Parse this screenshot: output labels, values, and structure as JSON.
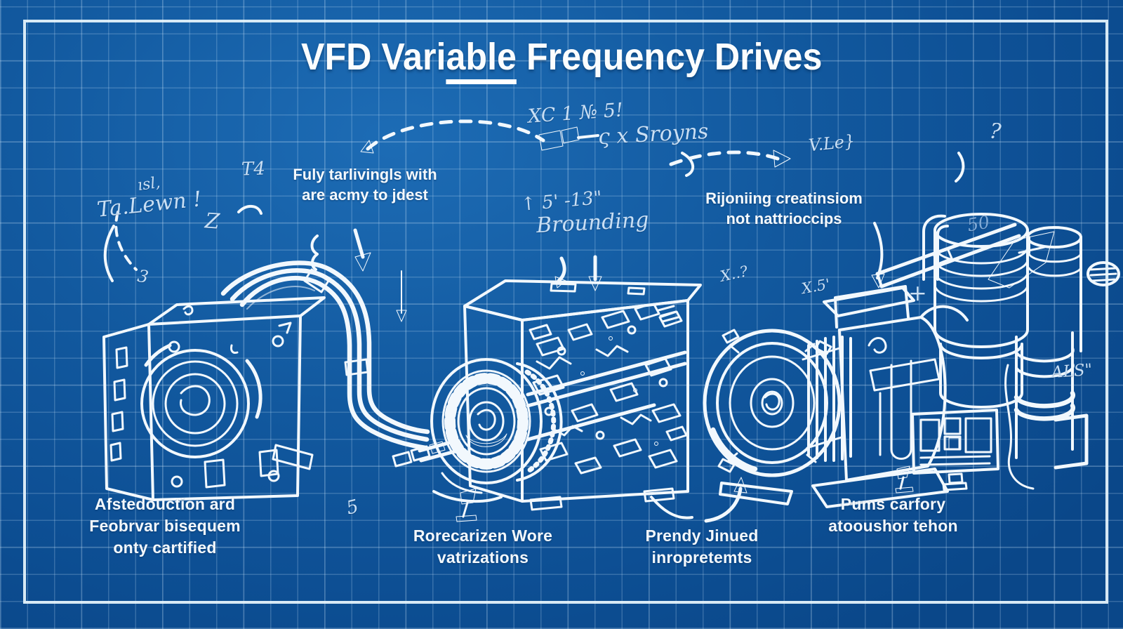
{
  "title": {
    "prefix": "VFD Vari",
    "underlined": "able",
    "suffix": " Frequency Drives"
  },
  "notes": {
    "fuly_line1": "Fuly tarlivingls with",
    "fuly_line2": "are acmy to jdest",
    "rijoniing_line1": "Rijoniing creatinsiom",
    "rijoniing_line2": "not nattrioccips"
  },
  "handwritten": {
    "t4": "T4",
    "sl": "ısl,",
    "ta_lewn": "Ta.Lewn !",
    "z": "Z",
    "three": "3",
    "xc_no": "XC 1 № 5!",
    "sroyns": "ς x Sroyns",
    "dim": "↑ 5' -13\"",
    "brounding": "Brounding",
    "vle": "V.Le}",
    "question": "?",
    "x_q": "X..?",
    "x5": "X.5'",
    "plus": "+",
    "als": "ALS\"",
    "fifty": "50",
    "five": "5"
  },
  "captions": {
    "gearbox_line1": "Afstedouction ard",
    "gearbox_line2": "Feobrvar bisequem",
    "gearbox_line3": "onty cartified",
    "drive_line1": "Rorecarizen Wore",
    "drive_line2": "vatrizations",
    "motor_line1": "Prendy Jinued",
    "motor_line2": "inropretemts",
    "pump_line1": "Pums carfory",
    "pump_line2": "atooushor tehon"
  },
  "colors": {
    "blueprint_bg": "#11599f",
    "line_white": "#f2f8fd",
    "handwritten_blue": "#c9dff4",
    "tan_marker": "#dfc99e",
    "grid_line": "#cde6fa"
  }
}
